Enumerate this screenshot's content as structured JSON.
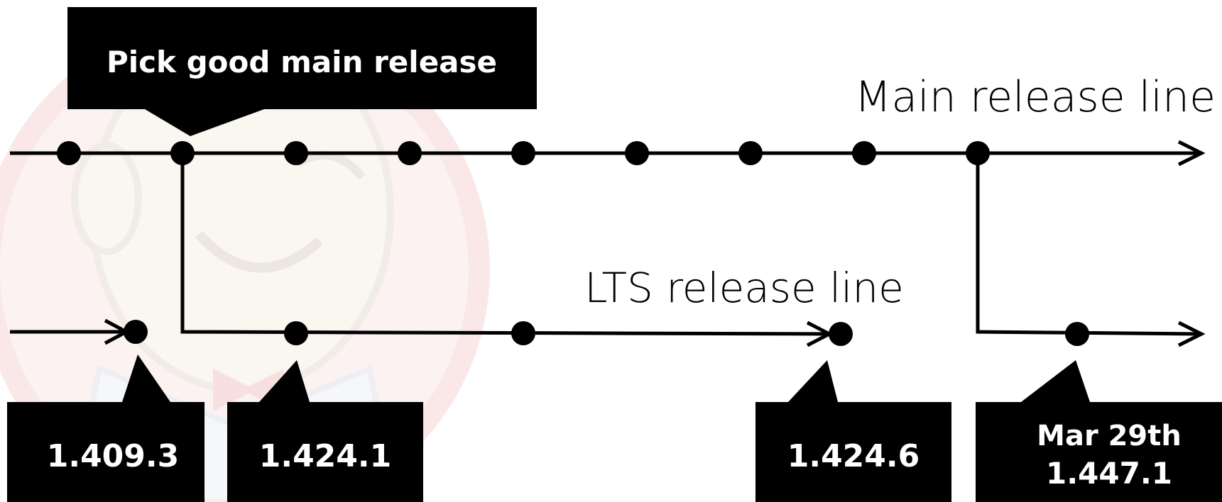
{
  "diagram": {
    "callouts": {
      "pick": "Pick good main release",
      "lts_start_prev": "1.409.3",
      "lts_first": "1.424.1",
      "lts_last": "1.424.6",
      "next_date": "Mar 29th",
      "next_version": "1.447.1"
    },
    "labels": {
      "main_line": "Main release line",
      "lts_line": "LTS release line"
    },
    "colors": {
      "ink": "#000000",
      "callout_bg": "#000000",
      "callout_text": "#ffffff",
      "mascot_face": "#f3e9dc",
      "mascot_badge": "#f6d6d6",
      "mascot_outline": "#e8e2dc"
    },
    "background": {
      "mascot_icon": "butler-mascot-watermark"
    }
  }
}
